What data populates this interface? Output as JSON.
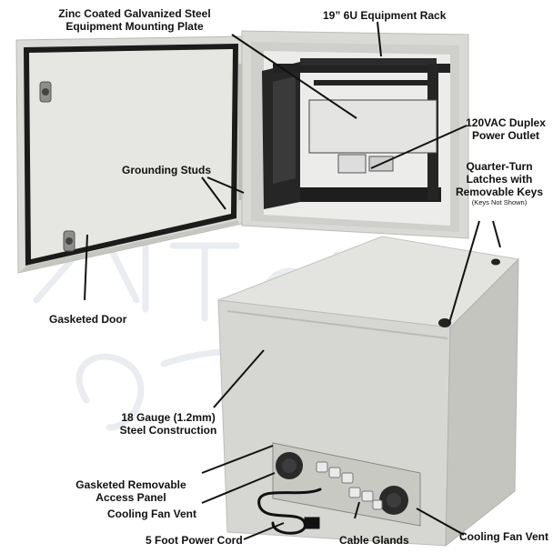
{
  "watermark": {
    "brand_color": "#d8dde4"
  },
  "colors": {
    "enclosure": "#dcdcd8",
    "enclosure_shadow": "#c9c9c4",
    "gasket": "#1a1a1a",
    "rack": "#222222",
    "plate": "#efefef"
  },
  "labels": {
    "mounting_plate_1": "Zinc Coated Galvanized Steel",
    "mounting_plate_2": "Equipment Mounting Plate",
    "rack": "19” 6U Equipment Rack",
    "outlet_1": "120VAC Duplex",
    "outlet_2": "Power Outlet",
    "latches_1": "Quarter-Turn",
    "latches_2": "Latches with",
    "latches_3": "Removable Keys",
    "latches_note": "(Keys Not Shown)",
    "grounding": "Grounding Studs",
    "door": "Gasketed Door",
    "gauge_1": "18 Gauge (1.2mm)",
    "gauge_2": "Steel Construction",
    "panel_1": "Gasketed Removable",
    "panel_2": "Access Panel",
    "fan_left": "Cooling Fan Vent",
    "power_cord": "5 Foot Power Cord",
    "glands": "Cable Glands",
    "fan_right": "Cooling Fan Vent"
  }
}
